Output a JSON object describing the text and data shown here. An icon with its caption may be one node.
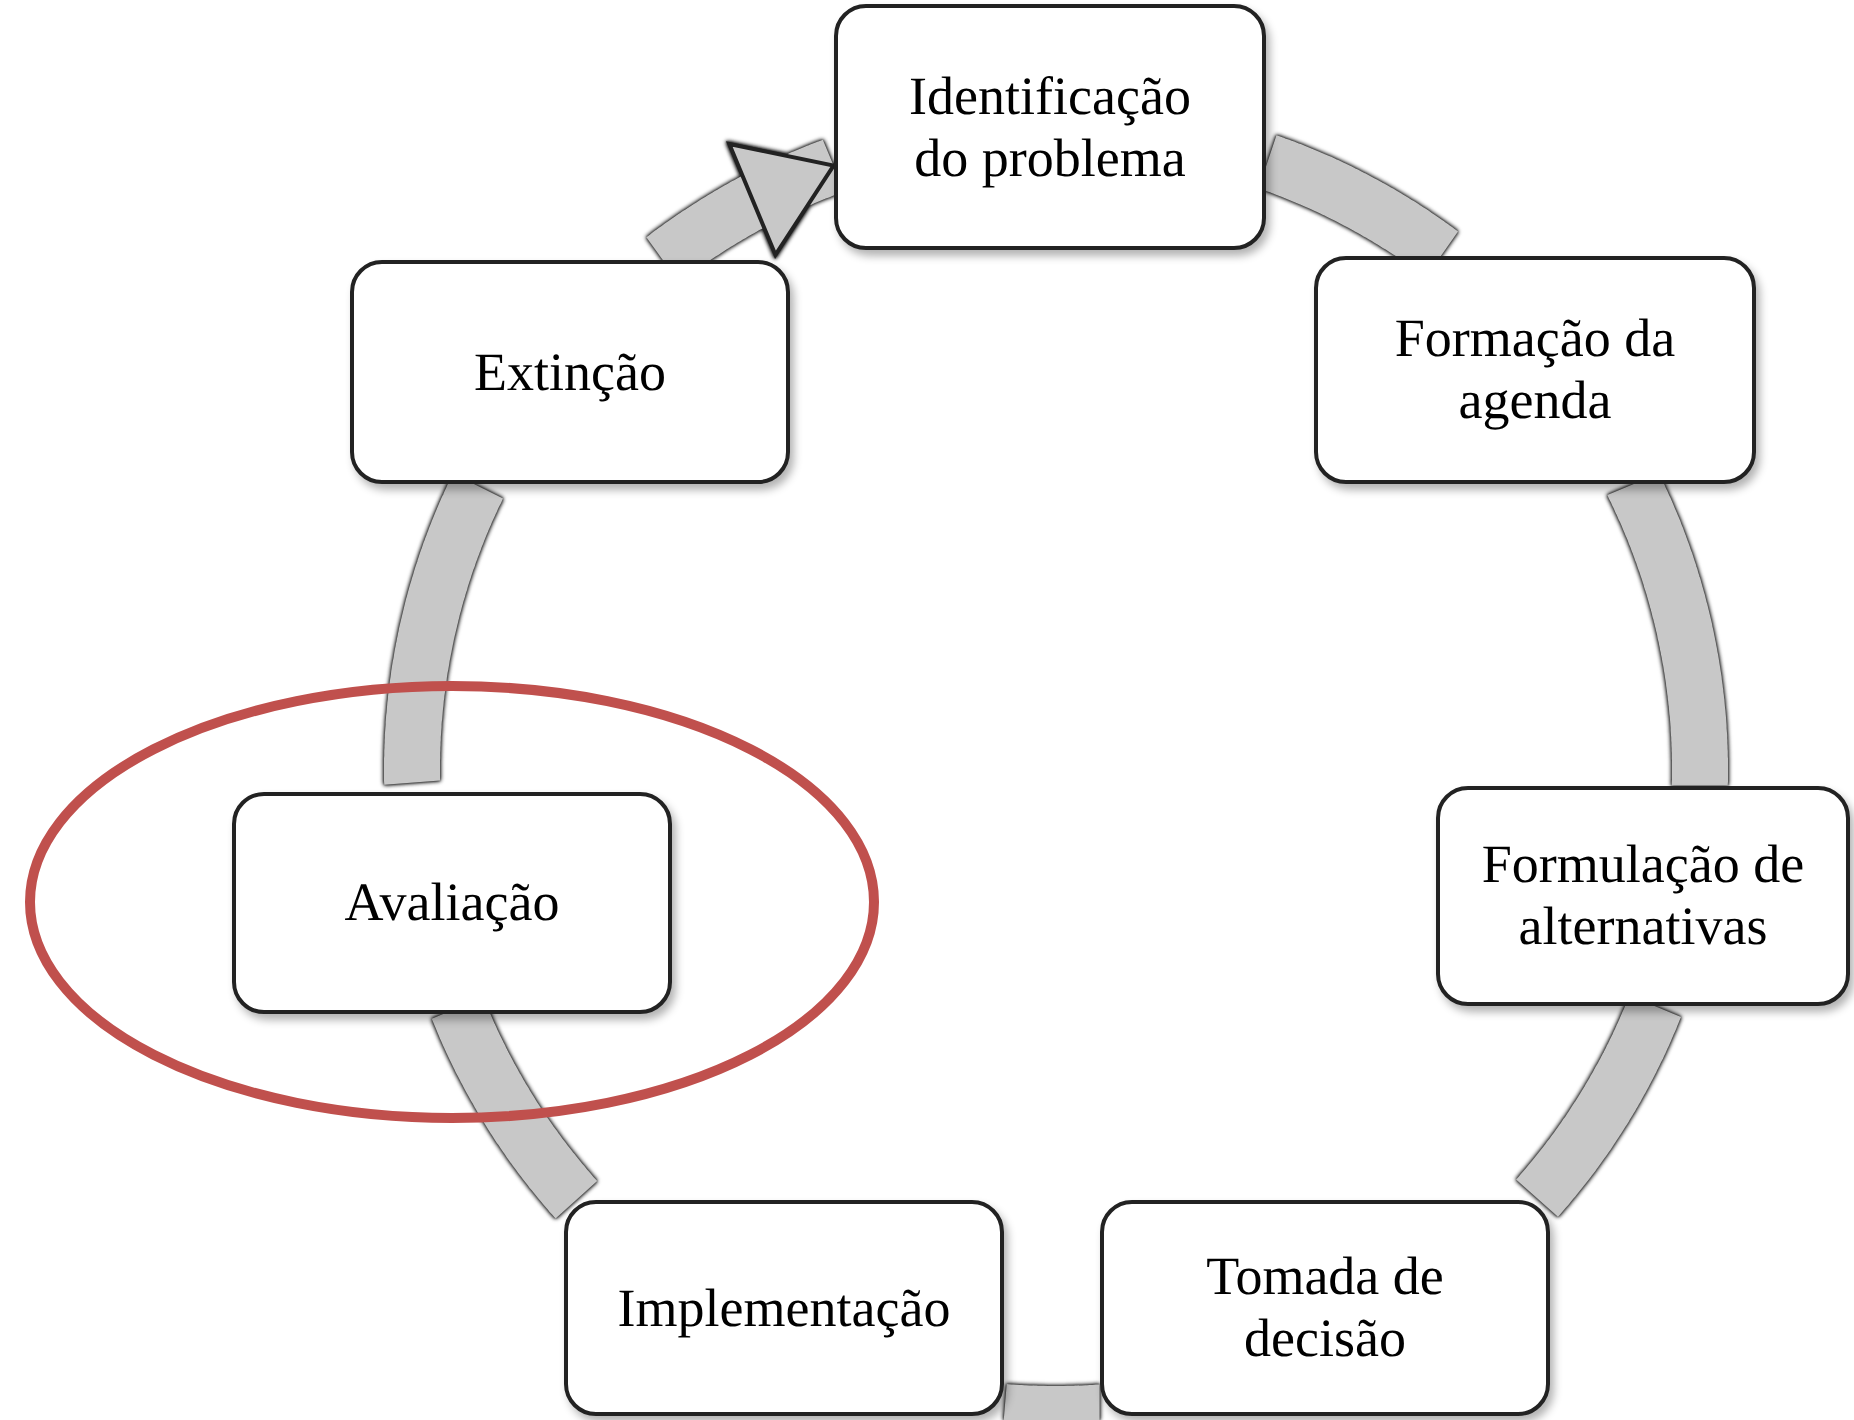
{
  "diagram": {
    "nodes": [
      {
        "text": [
          "Identificação do problema"
        ]
      },
      {
        "text": [
          "Formação da agenda"
        ]
      },
      {
        "text": [
          "Formulação de alternativas"
        ]
      },
      {
        "text": [
          "Tomada de decisão"
        ]
      },
      {
        "text": [
          "Implementação"
        ]
      },
      {
        "text": [],
        "shape": "ellipse"
      },
      {
        "text": [
          "Avaliação"
        ],
        "in": 5
      },
      {
        "text": [
          "Extinção"
        ]
      }
    ],
    "edges": [
      {
        "from": 0,
        "to": 1,
        "arrow": "none"
      },
      {
        "from": 1,
        "to": 2,
        "arrow": "none"
      },
      {
        "from": 2,
        "to": 3,
        "arrow": "none"
      },
      {
        "from": 3,
        "to": 4,
        "arrow": "none"
      },
      {
        "from": 4,
        "to": 6,
        "arrow": "none"
      },
      {
        "from": 6,
        "to": 7,
        "arrow": "none"
      },
      {
        "from": 7,
        "to": 0,
        "arrow": "to"
      }
    ]
  }
}
